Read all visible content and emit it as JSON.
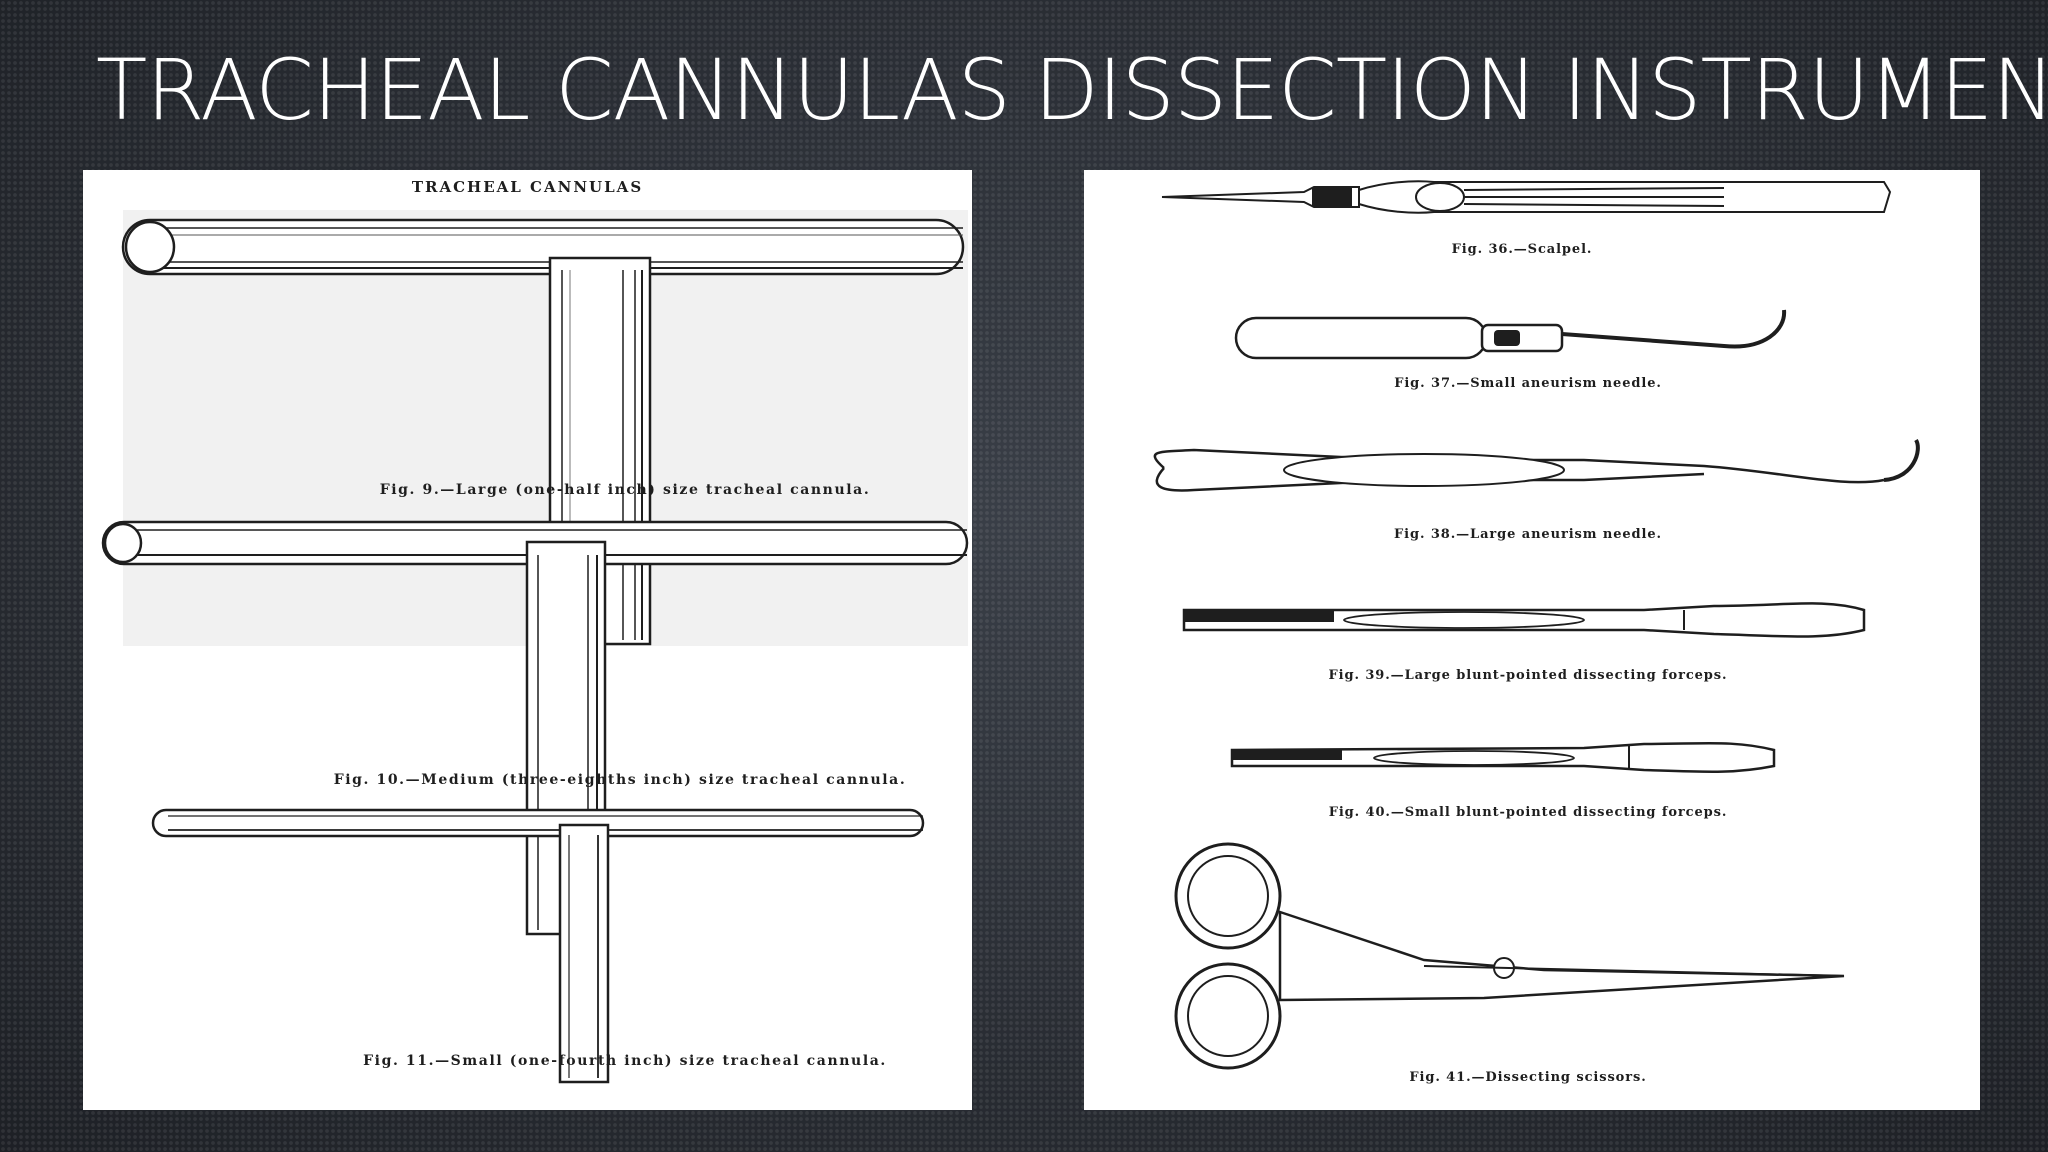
{
  "slide": {
    "left_heading": "TRACHEAL CANNULAS",
    "right_heading": "DISSECTION INSTRUMENTS"
  },
  "left_panel": {
    "page_heading": "TRACHEAL CANNULAS",
    "figures": [
      {
        "caption": "Fig. 9.—Large (one-half inch) size tracheal cannula."
      },
      {
        "caption": "Fig. 10.—Medium (three-eighths inch) size tracheal cannula."
      },
      {
        "caption": "Fig. 11.—Small (one-fourth inch) size tracheal cannula."
      }
    ]
  },
  "right_panel": {
    "figures": [
      {
        "caption": "Fig. 36.—Scalpel."
      },
      {
        "caption": "Fig. 37.—Small aneurism needle."
      },
      {
        "caption": "Fig. 38.—Large aneurism needle."
      },
      {
        "caption": "Fig. 39.—Large blunt-pointed dissecting forceps."
      },
      {
        "caption": "Fig. 40.—Small blunt-pointed dissecting forceps."
      },
      {
        "caption": "Fig. 41.—Dissecting scissors."
      }
    ]
  },
  "colors": {
    "background": "#2b2f36",
    "heading_text": "#ffffff",
    "panel_background": "#ffffff",
    "ink": "#1e1e1e"
  }
}
